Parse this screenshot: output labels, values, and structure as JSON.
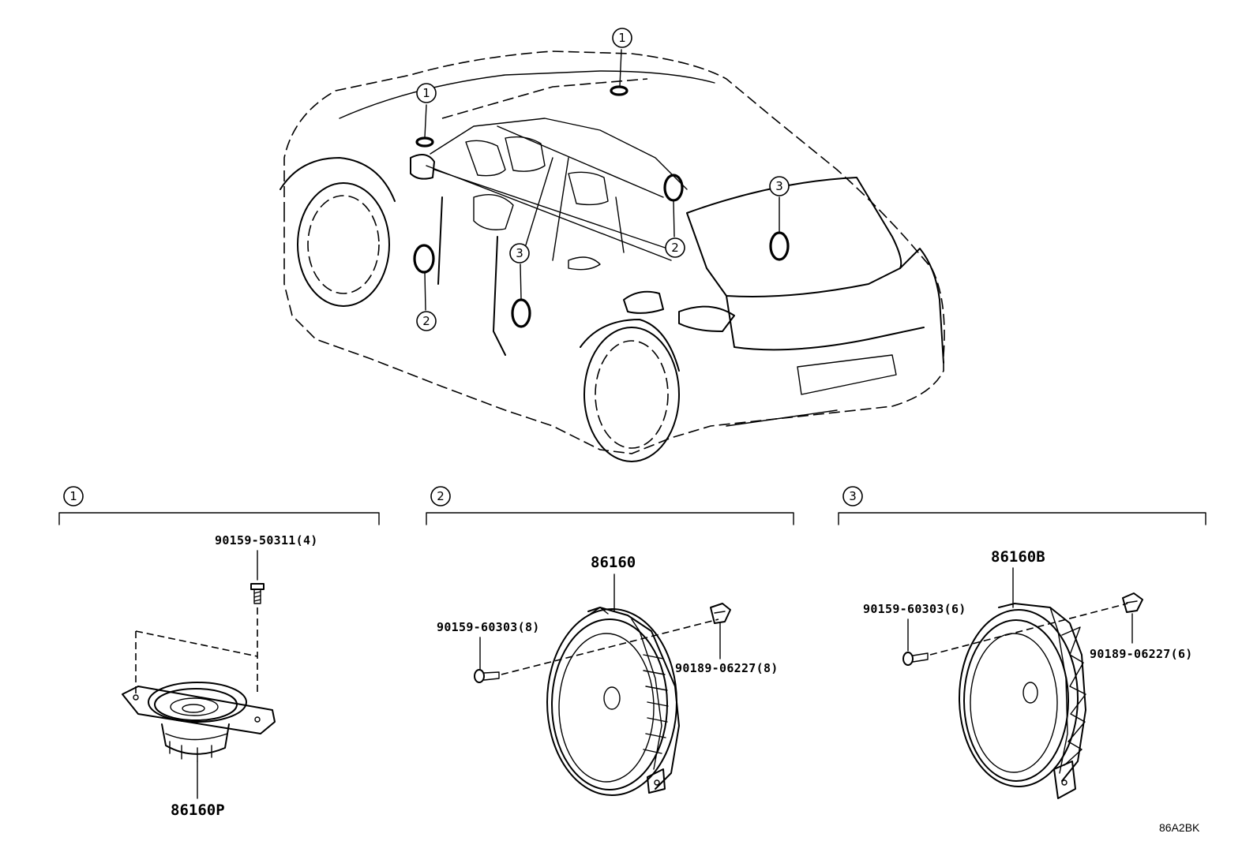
{
  "diagram": {
    "locations": [
      {
        "key": "loc1",
        "number": "1"
      },
      {
        "key": "loc2",
        "number": "2"
      },
      {
        "key": "loc3",
        "number": "3"
      }
    ],
    "groups": [
      {
        "number": "1",
        "speaker": "86160P",
        "parts": [
          {
            "label": "90159-50311(4)"
          }
        ]
      },
      {
        "number": "2",
        "speaker": "86160",
        "parts": [
          {
            "label": "90159-60303(8)"
          },
          {
            "label": "90189-06227(8)"
          }
        ]
      },
      {
        "number": "3",
        "speaker": "86160B",
        "parts": [
          {
            "label": "90159-60303(6)"
          },
          {
            "label": "90189-06227(6)"
          }
        ]
      }
    ],
    "illustration_code": "86A2BK"
  }
}
